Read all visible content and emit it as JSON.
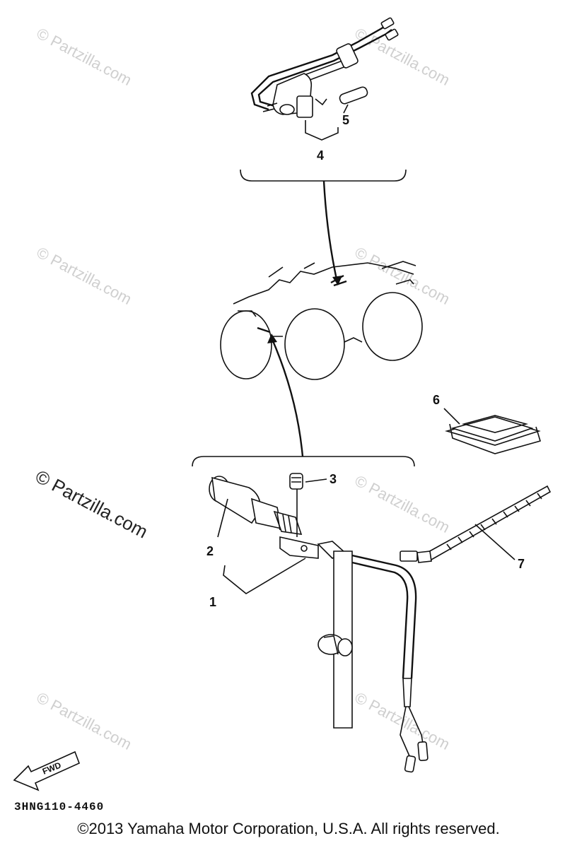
{
  "watermark": "© Partzilla.com",
  "drawing_code": "3HNG110-4460",
  "copyright": "©2013  Yamaha Motor Corporation, U.S.A. All rights reserved.",
  "fwd_label": "FWD",
  "callouts": {
    "p1": "1",
    "p2": "2",
    "p3": "3",
    "p4": "4",
    "p5": "5",
    "p6": "6",
    "p7": "7"
  }
}
